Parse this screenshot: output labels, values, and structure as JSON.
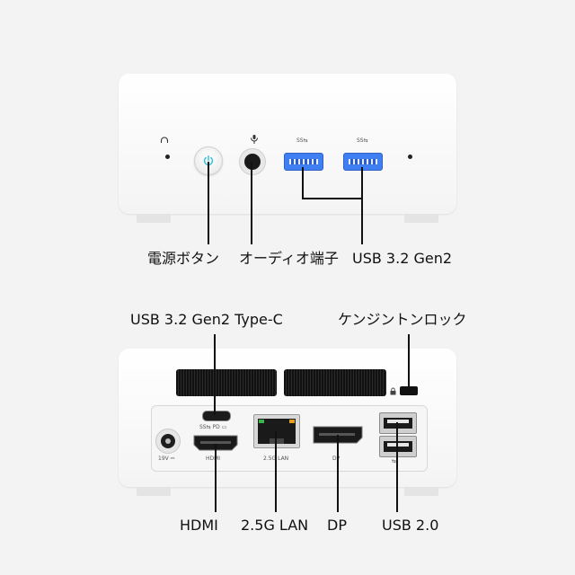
{
  "front": {
    "callouts": {
      "power": "電源ボタン",
      "audio": "オーディオ端子",
      "usb": "USB 3.2 Gen2"
    },
    "usb_mark": "SS⇆",
    "headphone_icon": "headphone-icon",
    "mic_icon": "microphone-icon"
  },
  "rear": {
    "callouts": {
      "typec": "USB 3.2 Gen2 Type-C",
      "kensington": "ケンジントンロック",
      "hdmi": "HDMI",
      "lan": "2.5G LAN",
      "dp": "DP",
      "usb2": "USB 2.0"
    },
    "port_labels": {
      "dc": "19V ⎓",
      "hdmi": "HDMI",
      "lan": "2.5G LAN",
      "dp": "DP",
      "usb2": "⇆"
    },
    "typec_mark": "SS⇆ PD ▭"
  },
  "colors": {
    "usb3_blue": "#3f7ff2",
    "body_white": "#fbfbfb",
    "vent_black": "#111111",
    "lan_led_green": "#3bb54a",
    "lan_led_amber": "#e0a020"
  }
}
